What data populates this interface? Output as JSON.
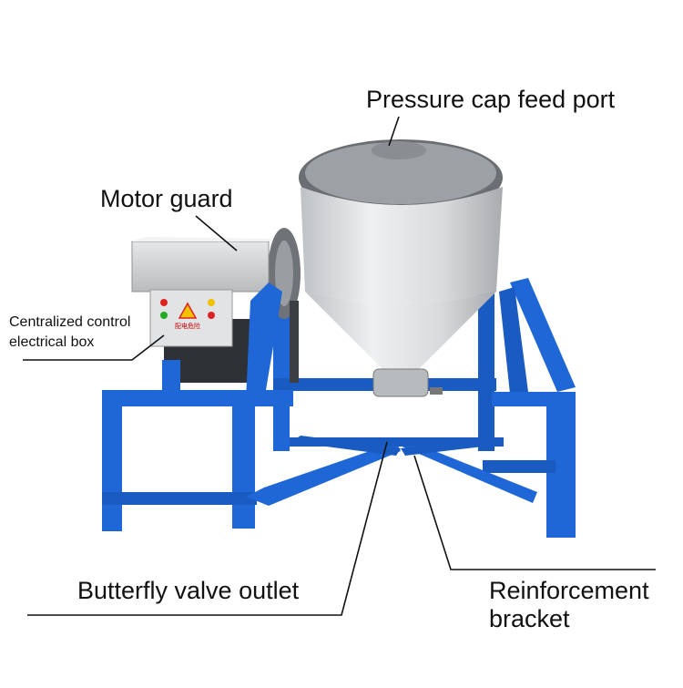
{
  "callouts": {
    "pressure_cap": "Pressure cap feed port",
    "motor_guard": "Motor guard",
    "control_box": "Centralized control electrical box",
    "butterfly_valve": "Butterfly valve outlet",
    "reinforcement_bracket": "Reinforcement bracket"
  },
  "box_sign": "配电危险",
  "colors": {
    "frame_blue": "#1f66d6",
    "steel": "#c9cbcd",
    "leader_line": "#111111",
    "warning_yellow": "#f2c200"
  }
}
